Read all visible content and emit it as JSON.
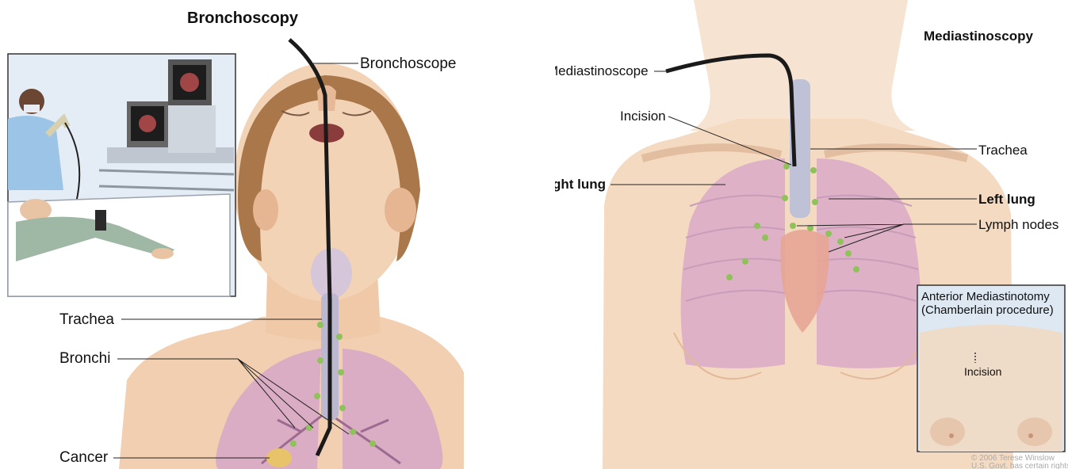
{
  "bronchoscopy": {
    "title": "Bronchoscopy",
    "labels": {
      "bronchoscope": "Bronchoscope",
      "trachea": "Trachea",
      "bronchi": "Bronchi",
      "cancer": "Cancer"
    }
  },
  "mediastinoscopy": {
    "title": "Mediastinoscopy",
    "labels": {
      "mediastinoscope": "Mediastinoscope",
      "incision": "Incision",
      "trachea": "Trachea",
      "right_lung": "Right lung",
      "left_lung": "Left lung",
      "lymph_nodes": "Lymph nodes"
    },
    "inset": {
      "title_line1": "Anterior Mediastinotomy",
      "title_line2": "(Chamberlain procedure)",
      "incision": "Incision"
    },
    "credit_line1": "© 2006 Terese Winslow",
    "credit_line2": "U.S. Govt. has certain rights"
  },
  "colors": {
    "skin": "#f3d3b5",
    "skin_shadow": "#e3b48f",
    "lung": "#c58fb5",
    "lung_light": "#e6c2d8",
    "trachea": "#b9b6cc",
    "lymph_node": "#8fc25a",
    "scope": "#1a1a1a",
    "hair": "#a9774a",
    "inset_bg": "#dde8f3"
  }
}
